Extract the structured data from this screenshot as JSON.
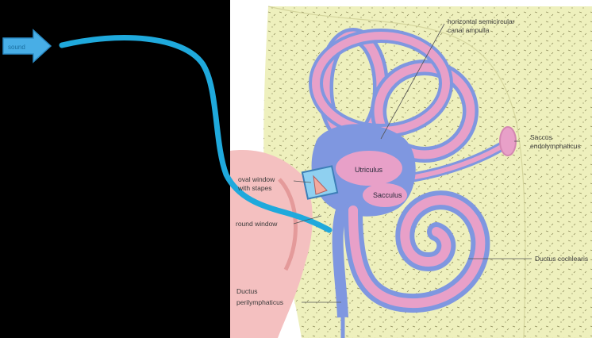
{
  "labels": {
    "horizontal_canal_line1": "horizontal semicircular",
    "horizontal_canal_line2": "canal ampulla",
    "saccus_line1": "Saccus",
    "saccus_line2": "endolymphaticus",
    "oval_window_line1": "oval window",
    "oval_window_line2": "with stapes",
    "round_window": "round window",
    "utriculus": "Utriculus",
    "sacculus": "Sacculus",
    "ductus_cochlearis": "Ductus cochlearis",
    "ductus_perilymph_line1": "Ductus",
    "ductus_perilymph_line2": "perilymphaticus",
    "arrow_text": "sound"
  },
  "colors": {
    "left_panel": "#000000",
    "bone": "#eef0bd",
    "membrane_pink": "#e8a0c8",
    "perilymph_blue": "#7f97e0",
    "middle_ear": "#f4c0c0",
    "sound_path": "#1fa9dc",
    "arrow_fill": "#48aee6"
  }
}
